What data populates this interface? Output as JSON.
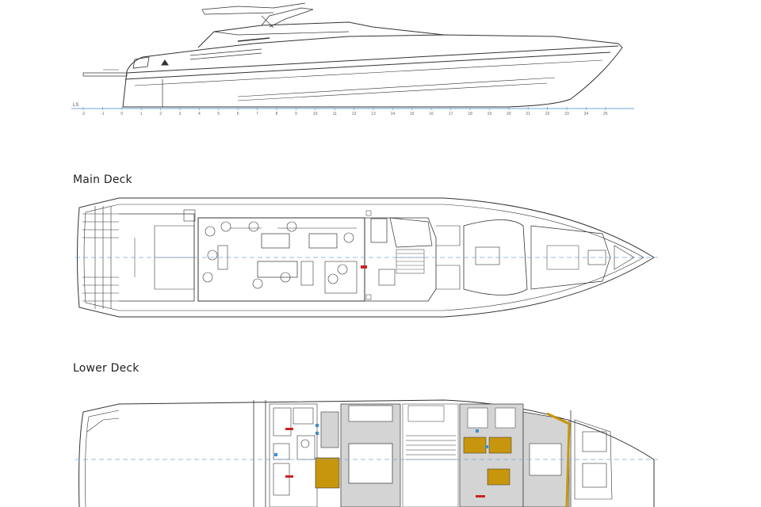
{
  "sections": {
    "main_deck_label": "Main Deck",
    "lower_deck_label": "Lower Deck"
  },
  "profile": {
    "baseline_label": "LS",
    "stations": [
      "-2",
      "-1",
      "0",
      "1",
      "2",
      "3",
      "4",
      "5",
      "6",
      "7",
      "8",
      "9",
      "10",
      "11",
      "12",
      "13",
      "14",
      "15",
      "16",
      "17",
      "18",
      "19",
      "20",
      "21",
      "22",
      "23",
      "24",
      "25"
    ]
  },
  "colors": {
    "line": "#333333",
    "centerline": "#6fa8dc",
    "wood": "#c8960c",
    "carpet": "#d4d4d4",
    "tile": "#ffffff",
    "accent_red": "#cc2222",
    "accent_blue": "#3a8fd6"
  }
}
